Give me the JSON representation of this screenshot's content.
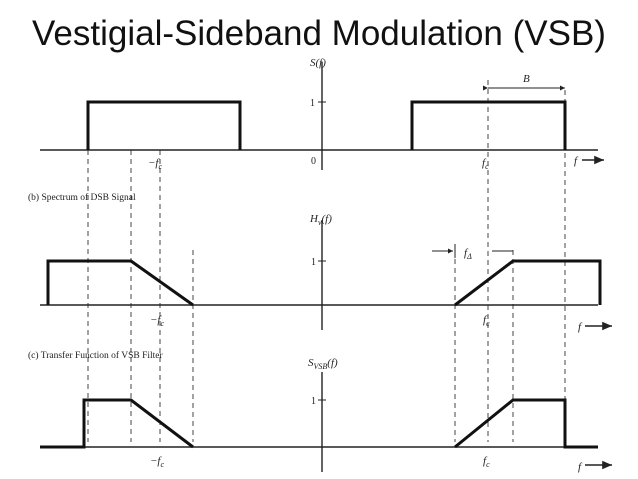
{
  "title": "Vestigial-Sideband Modulation (VSB)",
  "panel_a": {
    "ylabel": "S(f)",
    "one": "1",
    "zero": "0",
    "neg_fc": "−f",
    "neg_fc_sub": "c",
    "pos_fc": "f",
    "pos_fc_sub": "c",
    "freq": "f",
    "bandwidth": "B"
  },
  "panel_b": {
    "caption": "(b) Spectrum of DSB Signal",
    "ylabel": "H",
    "ylabel_sub": "v",
    "ylabel_arg": "(f)",
    "one": "1",
    "neg_fc": "−f",
    "neg_fc_sub": "c",
    "pos_fc": "f",
    "pos_fc_sub": "c",
    "freq": "f",
    "delta": "f",
    "delta_sub": "Δ"
  },
  "panel_c": {
    "caption": "(c) Transfer Function of VSB Filter",
    "ylabel": "S",
    "ylabel_sub": "VSB",
    "ylabel_arg": "(f)",
    "one": "1",
    "neg_fc": "−f",
    "neg_fc_sub": "c",
    "pos_fc": "f",
    "pos_fc_sub": "c",
    "freq": "f"
  }
}
